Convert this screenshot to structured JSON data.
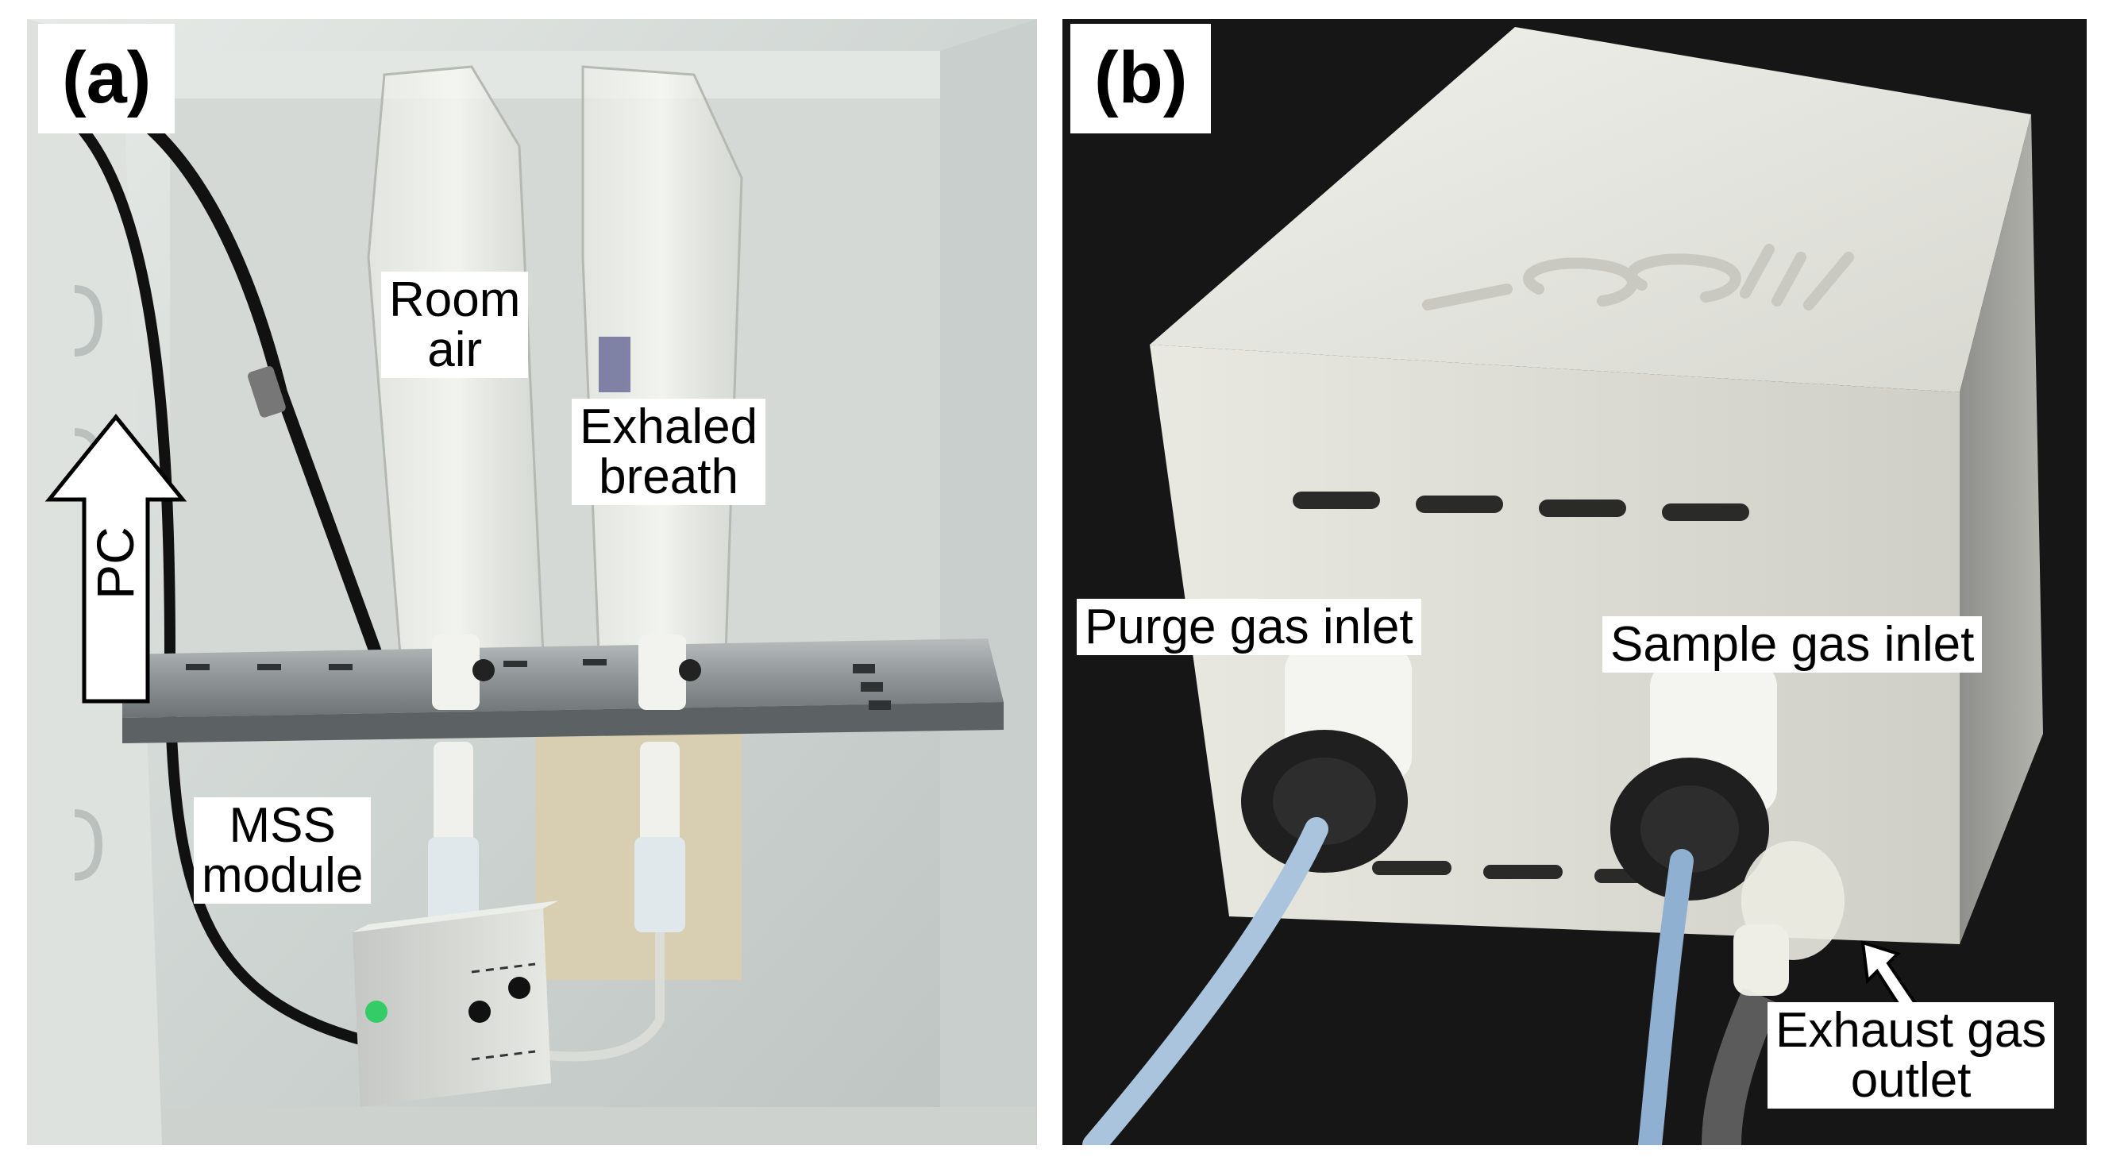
{
  "panels": {
    "a": {
      "tag": "(a)",
      "labels": {
        "room_air": [
          "Room",
          "air"
        ],
        "exhaled_breath": [
          "Exhaled",
          "breath"
        ],
        "mss_module": [
          "MSS",
          "module"
        ],
        "pc": "PC"
      }
    },
    "b": {
      "tag": "(b)",
      "labels": {
        "purge_gas_inlet": "Purge gas inlet",
        "sample_gas_inlet": "Sample gas inlet",
        "exhaust_gas_outlet": [
          "Exhaust gas",
          "outlet"
        ]
      }
    }
  },
  "colors": {
    "fridge_interior": "#cfd3cf",
    "device_body": "#e4e3dc",
    "background_b": "#161616",
    "tube": "#a9c4dc",
    "cap": "#1f1f1f"
  }
}
